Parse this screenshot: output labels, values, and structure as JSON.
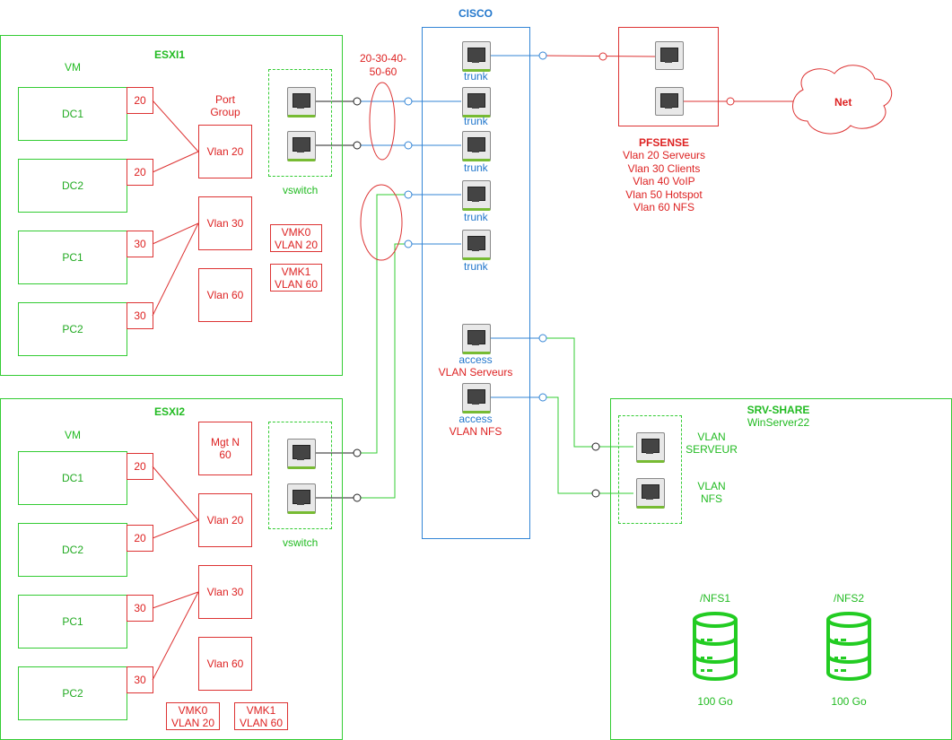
{
  "esxi1": {
    "title": "ESXI1",
    "vm_label": "VM",
    "vms": [
      {
        "name": "DC1",
        "vlan": "20"
      },
      {
        "name": "DC2",
        "vlan": "20"
      },
      {
        "name": "PC1",
        "vlan": "30"
      },
      {
        "name": "PC2",
        "vlan": "30"
      }
    ],
    "port_group_label": "Port\nGroup",
    "port_groups": [
      "Vlan 20",
      "Vlan 30",
      "Vlan 60"
    ],
    "vmk": [
      {
        "name": "VMK0",
        "vlan": "VLAN 20"
      },
      {
        "name": "VMK1",
        "vlan": "VLAN 60"
      }
    ],
    "vswitch_label": "vswitch"
  },
  "esxi2": {
    "title": "ESXI2",
    "vm_label": "VM",
    "vms": [
      {
        "name": "DC1",
        "vlan": "20"
      },
      {
        "name": "DC2",
        "vlan": "20"
      },
      {
        "name": "PC1",
        "vlan": "30"
      },
      {
        "name": "PC2",
        "vlan": "30"
      }
    ],
    "mgt": "Mgt N\n60",
    "port_groups": [
      "Vlan 20",
      "Vlan 30",
      "Vlan 60"
    ],
    "vmk": [
      {
        "name": "VMK0",
        "vlan": "VLAN 20"
      },
      {
        "name": "VMK1",
        "vlan": "VLAN 60"
      }
    ],
    "vswitch_label": "vswitch"
  },
  "trunk_vlans_label": "20-30-40-\n50-60",
  "cisco": {
    "title": "CISCO",
    "trunk_ports": [
      "trunk",
      "trunk",
      "trunk",
      "trunk",
      "trunk"
    ],
    "access_ports": [
      {
        "mode": "access",
        "vlan": "VLAN Serveurs"
      },
      {
        "mode": "access",
        "vlan": "VLAN NFS"
      }
    ]
  },
  "pfsense": {
    "title": "PFSENSE",
    "vlans": [
      "Vlan 20 Serveurs",
      "Vlan 30 Clients",
      "Vlan 40 VoIP",
      "Vlan 50 Hotspot",
      "Vlan 60 NFS"
    ]
  },
  "net": {
    "label": "Net"
  },
  "srv_share": {
    "title": "SRV-SHARE",
    "subtitle": "WinServer22",
    "vlan_ports": [
      "VLAN\nSERVEUR",
      "VLAN\nNFS"
    ],
    "shares": [
      {
        "name": "/NFS1",
        "size": "100 Go"
      },
      {
        "name": "/NFS2",
        "size": "100 Go"
      }
    ]
  },
  "colors": {
    "green": "#33cc33",
    "red": "#dd3333",
    "blue": "#3385d6"
  }
}
